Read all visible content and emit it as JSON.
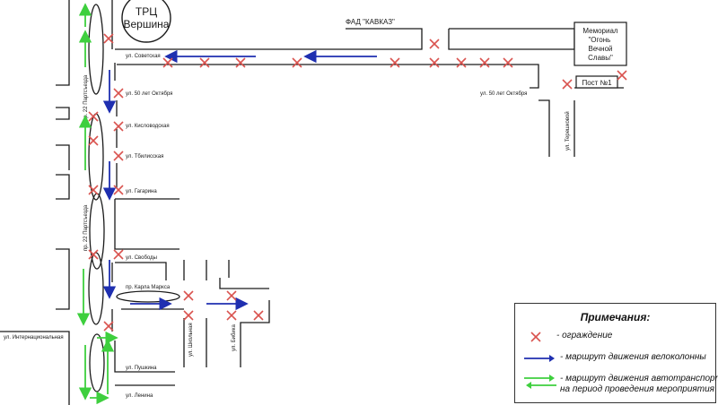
{
  "places": {
    "mall": "ТРЦ\nВершина",
    "highway": "ФАД \"КАВКАЗ\"",
    "memorial": "Мемориал\n\"Огонь\nВечной\nСлавы\"",
    "post": "Пост №1"
  },
  "streets": {
    "sovetskaya": "ул. Советская",
    "oktyabrya_left": "ул. 50 лет Октября",
    "oktyabrya_right": "ул. 50 лет Октября",
    "kislovodskaya": "ул. Кисловодская",
    "tbilisskaya": "ул. Тбилисская",
    "gagarina": "ул. Гагарина",
    "svobody": "ул. Свободы",
    "karla_marksa": "пр. Карла Маркса",
    "internatsionalnaya": "ул. Интернациональная",
    "pushkina": "ул. Пушкина",
    "lenina": "ул. Ленина",
    "partsyezda_top": "пр. 22 Партсъезда",
    "partsyezda_bottom": "пр. 22 Партсъезда",
    "shkolnaya": "ул. Школьная",
    "bibika": "ул. Бибика",
    "tereshkovoy": "ул. Терешковой"
  },
  "legend": {
    "title": "Примечания:",
    "barrier": "- ограждение",
    "bike_route": "маршрут движения велоколонны",
    "bike_prefix": "-",
    "traffic_route_line1": "маршрут движения автотранспорта",
    "traffic_route_line2": "на период проведения мероприятия",
    "traffic_prefix": "-"
  },
  "colors": {
    "barrier": "#d9534f",
    "bike_route": "#1f2fb0",
    "traffic_route": "#3ecf3e",
    "road_lines": "#1a1a1a"
  }
}
